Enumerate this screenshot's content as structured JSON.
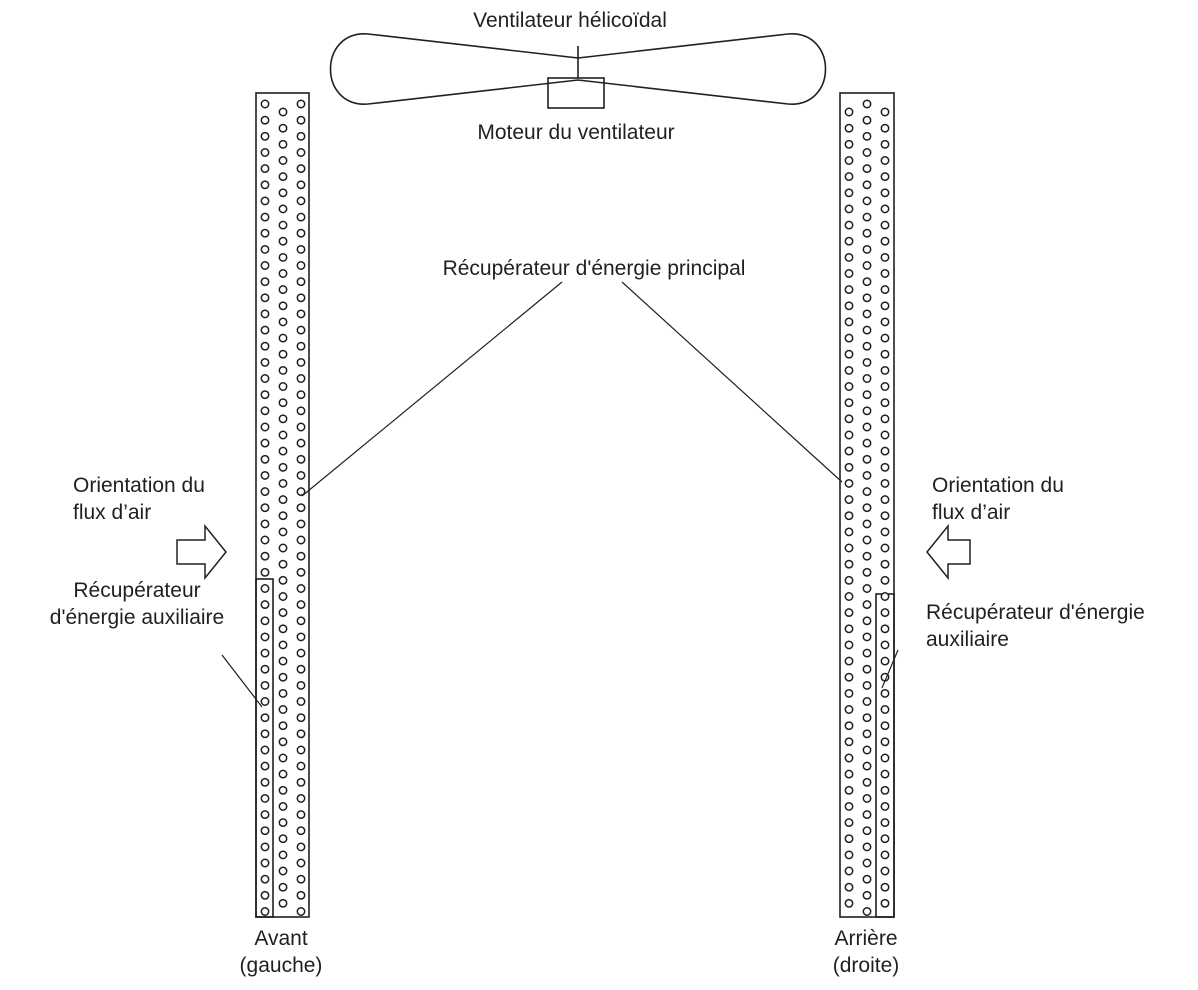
{
  "labels": {
    "fan": "Ventilateur hélicoïdal",
    "motor": "Moteur du ventilateur",
    "main_recuperator": "Récupérateur d'énergie principal",
    "airflow_left_line1": "Orientation du",
    "airflow_left_line2": "flux d’air",
    "airflow_right_line1": "Orientation du",
    "airflow_right_line2": "flux d’air",
    "aux_left_line1": "Récupérateur",
    "aux_left_line2": "d'énergie auxiliaire",
    "aux_right_line1": "Récupérateur d'énergie",
    "aux_right_line2": "auxiliaire",
    "front_line1": "Avant",
    "front_line2": "(gauche)",
    "rear_line1": "Arrière",
    "rear_line2": "(droite)"
  },
  "colors": {
    "line": "#231f20",
    "background": "#ffffff"
  }
}
